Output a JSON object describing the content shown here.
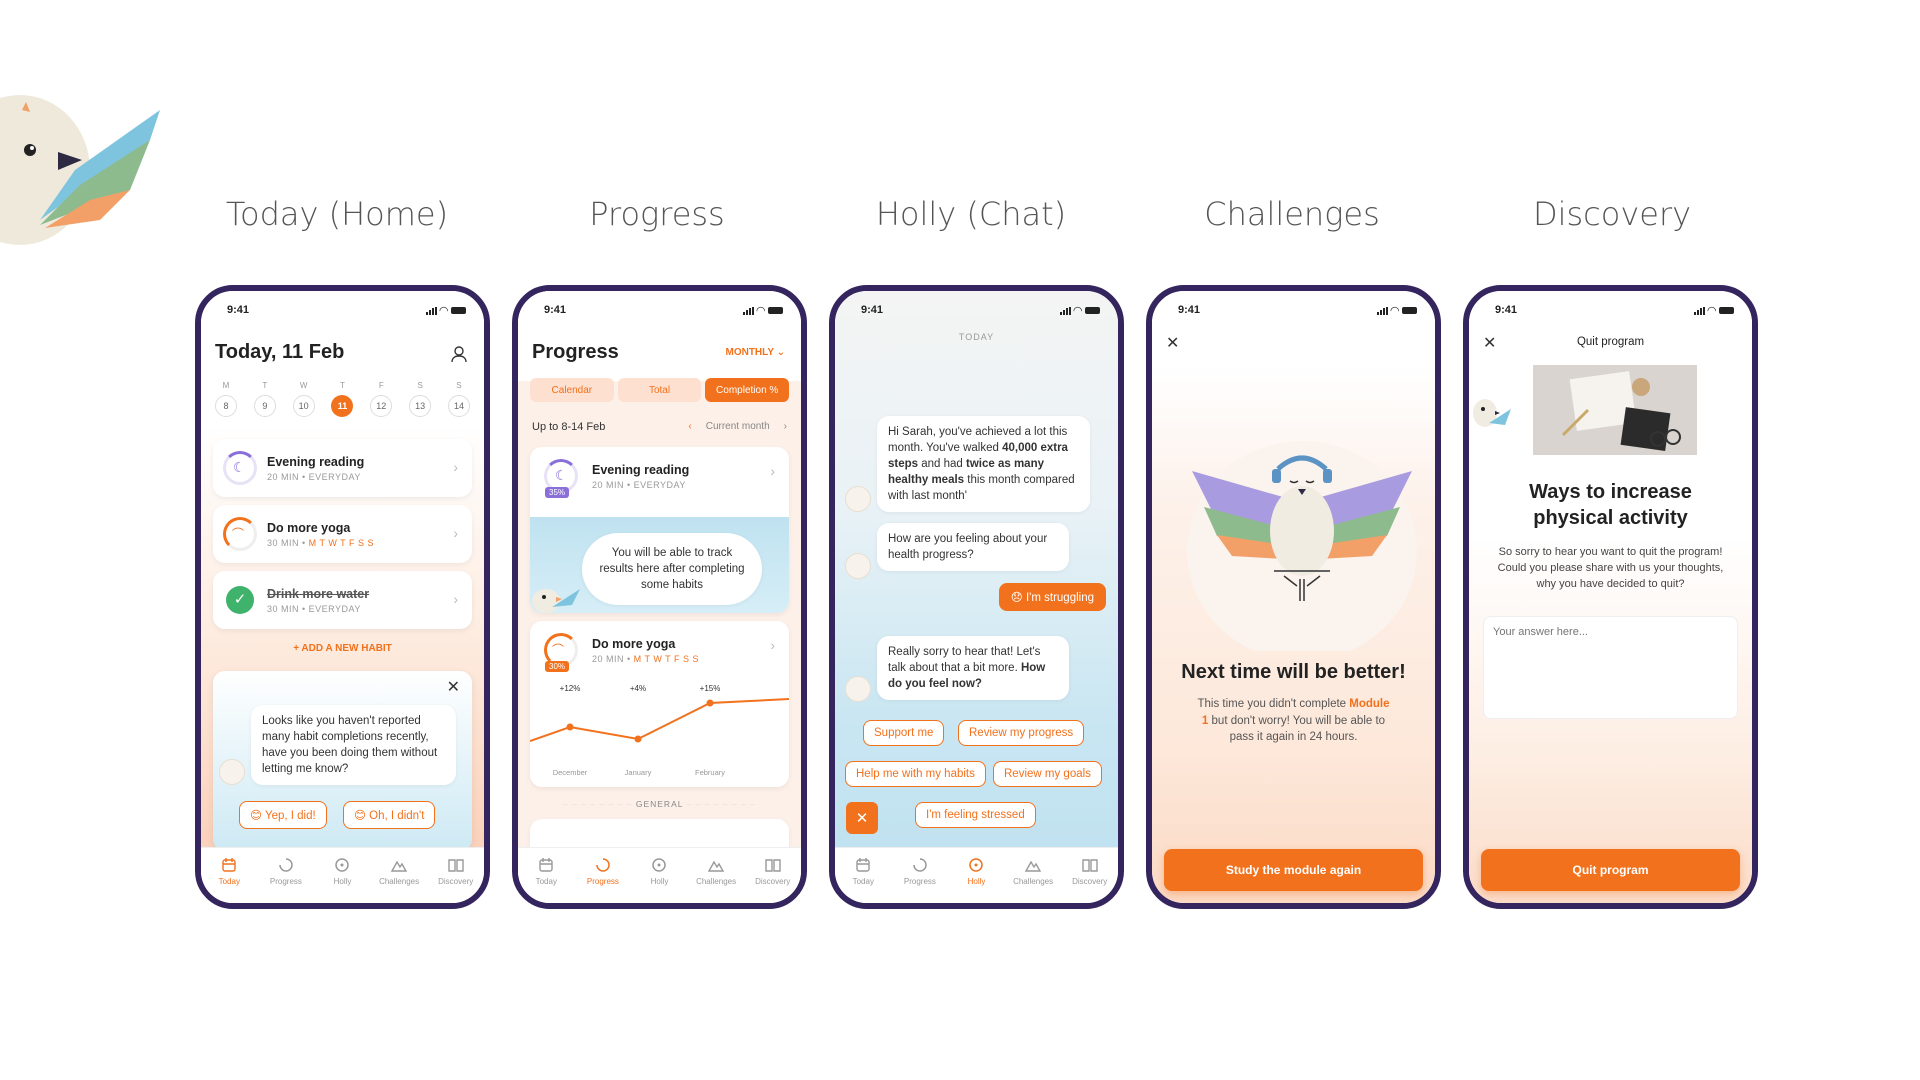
{
  "screens": [
    {
      "title": "Today (Home)"
    },
    {
      "title": "Progress"
    },
    {
      "title": "Holly (Chat)"
    },
    {
      "title": "Challenges"
    },
    {
      "title": "Discovery"
    }
  ],
  "status_time": "9:41",
  "tabs": [
    "Today",
    "Progress",
    "Holly",
    "Challenges",
    "Discovery"
  ],
  "today": {
    "heading": "Today, 11 Feb",
    "days": [
      {
        "letter": "M",
        "num": "8"
      },
      {
        "letter": "T",
        "num": "9"
      },
      {
        "letter": "W",
        "num": "10"
      },
      {
        "letter": "T",
        "num": "11"
      },
      {
        "letter": "F",
        "num": "12"
      },
      {
        "letter": "S",
        "num": "13"
      },
      {
        "letter": "S",
        "num": "14"
      }
    ],
    "habits": [
      {
        "title": "Evening reading",
        "sub": "20 MIN • EVERYDAY"
      },
      {
        "title": "Do more yoga",
        "sub_prefix": "30 MIN • ",
        "sub_days": "M T W T F S S"
      },
      {
        "title": "Drink more water",
        "sub": "30 MIN • EVERYDAY"
      }
    ],
    "add_habit": "+ ADD A NEW HABIT",
    "popup_text": "Looks like you haven't reported many habit completions recently, have you been doing them without letting me know?",
    "popup_yes": "😊 Yep, I did!",
    "popup_no": "😊 Oh, I didn't"
  },
  "progress": {
    "heading": "Progress",
    "period": "MONTHLY",
    "segments": [
      "Calendar",
      "Total",
      "Completion %"
    ],
    "range_label": "Up to 8-14 Feb",
    "range_nav": "Current month",
    "card1_title": "Evening reading",
    "card1_sub": "20 MIN • EVERYDAY",
    "card1_badge": "35%",
    "card1_note": "You will be able to track results here after completing some habits",
    "card2_title": "Do more yoga",
    "card2_sub_prefix": "20 MIN • ",
    "card2_sub_days": "M T W T F S S",
    "card2_badge": "30%",
    "section_label": "GENERAL"
  },
  "chart_data": {
    "type": "line",
    "categories": [
      "December",
      "January",
      "February"
    ],
    "values": [
      1,
      0.5,
      2
    ],
    "data_labels": [
      "+12%",
      "+4%",
      "+15%"
    ],
    "title": "",
    "xlabel": "",
    "ylabel": ""
  },
  "holly": {
    "date": "TODAY",
    "msg1_a": "Hi Sarah, you've achieved a lot this month. You've walked ",
    "msg1_b": "40,000 extra steps",
    "msg1_c": " and had ",
    "msg1_d": "twice as many healthy meals",
    "msg1_e": " this month compared with last month'",
    "msg2": "How are you feeling about your health progress?",
    "reply": "😞 I'm struggling",
    "msg3_a": "Really sorry to hear that! Let's talk about that a bit more. ",
    "msg3_b": "How do you feel now?",
    "chips": [
      "Support me",
      "Review my progress",
      "Help me with my habits",
      "Review my goals",
      "I'm feeling stressed"
    ]
  },
  "challenges": {
    "heading": "Next time will be better!",
    "body_a": "This time you didn't complete ",
    "body_b": "Module 1",
    "body_c": " but don't worry! You will be able to pass it again in 24 hours.",
    "button": "Study the module again"
  },
  "discovery": {
    "top_title": "Quit program",
    "heading": "Ways to increase physical activity",
    "body": "So sorry to hear you want to quit the program! Could you please share with us your thoughts, why you have decided to quit?",
    "placeholder": "Your answer here...",
    "button": "Quit program"
  }
}
